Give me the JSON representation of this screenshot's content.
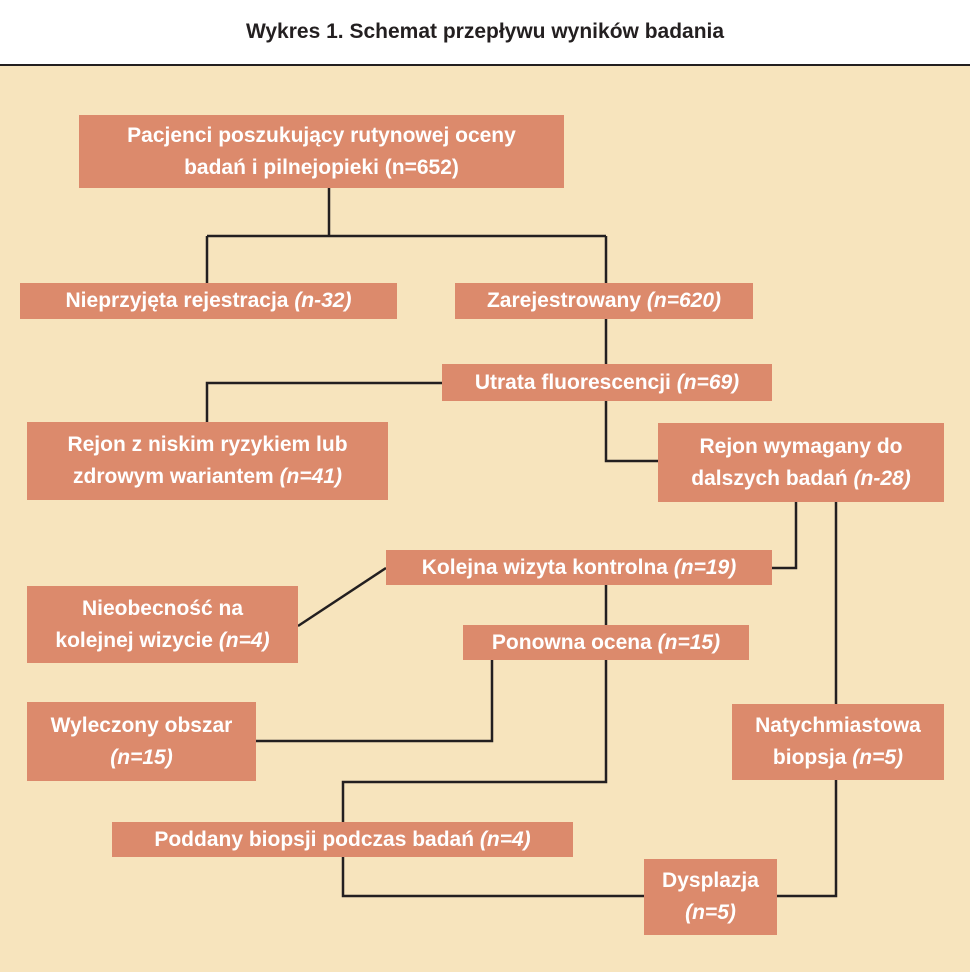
{
  "header": {
    "title": "Wykres 1. Schemat przepływu wyników badania"
  },
  "boxes": {
    "patients": {
      "line1": "Pacjenci poszukujący rutynowej oceny",
      "line2": "badań i pilnejopieki (n=652)"
    },
    "not_registered": {
      "text": "Nieprzyjęta rejestracja ",
      "n": "(n-32)"
    },
    "registered": {
      "text": "Zarejestrowany ",
      "n": "(n=620)"
    },
    "fluorescence_loss": {
      "text": "Utrata fluorescencji ",
      "n": "(n=69)"
    },
    "low_risk": {
      "line1": "Rejon z niskim ryzykiem lub",
      "line2": "zdrowym wariantem ",
      "n": "(n=41)"
    },
    "further_tests": {
      "line1": "Rejon wymagany do",
      "line2": "dalszych badań ",
      "n": "(n-28)"
    },
    "followup": {
      "text": "Kolejna wizyta kontrolna ",
      "n": "(n=19)"
    },
    "absent": {
      "line1": "Nieobecność na",
      "line2": "kolejnej wizycie ",
      "n": "(n=4)"
    },
    "reassessment": {
      "text": "Ponowna ocena ",
      "n": "(n=15)"
    },
    "healed": {
      "line1": "Wyleczony obszar",
      "n": "(n=15)"
    },
    "immediate_biopsy": {
      "line1": "Natychmiastowa",
      "line2": "biopsja ",
      "n": "(n=5)"
    },
    "biopsy_during": {
      "text": "Poddany biopsji podczas badań ",
      "n": "(n=4)"
    },
    "dysplasia": {
      "line1": "Dysplazja",
      "n": "(n=5)"
    }
  },
  "colors": {
    "background": "#f7e4bd",
    "box": "#dc8a6c",
    "box_text": "#ffffff",
    "line": "#231f20"
  }
}
